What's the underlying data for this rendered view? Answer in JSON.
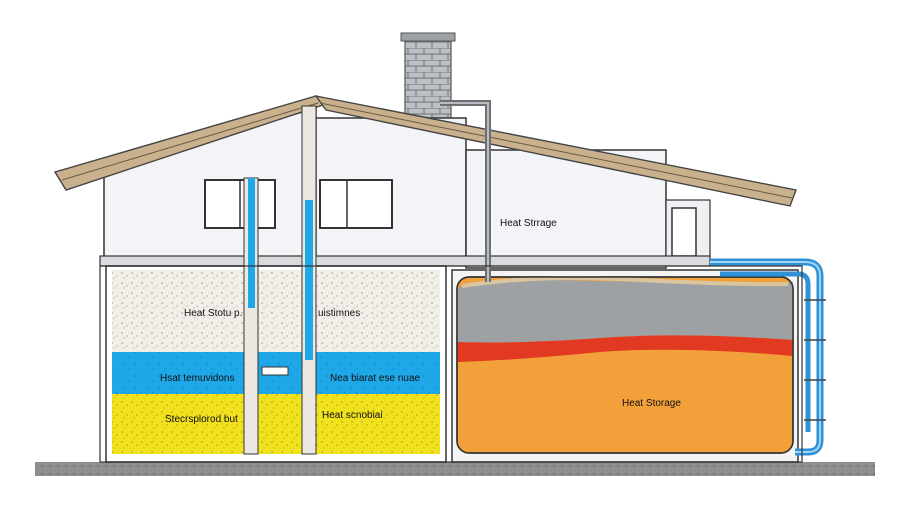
{
  "diagram": {
    "labels": {
      "upper_heat_storage": "Heat Strrage",
      "left_top_label": "Heat Stotu p.",
      "center_top_label": "uistimnes",
      "left_blue_label": "Hsat temuvidons",
      "center_blue_label": "Nea biarat ese nuae",
      "left_yellow_label": "Stecrsplorod but",
      "center_yellow_label": "Heat scnobiai",
      "right_tank_label": "Heat Storage"
    },
    "colors": {
      "roof": "#c9b18d",
      "wall": "#f3f4f7",
      "chimney": "#b9bcc0",
      "water_blue": "#1fa8e8",
      "sand_yellow": "#f1e21c",
      "gravel_white": "#f2efe9",
      "tank_gray": "#9ea1a4",
      "tank_red": "#e23a22",
      "tank_orange": "#f2a03a",
      "ground": "#8d8d8d",
      "pipe_blue": "#2f91d6"
    }
  }
}
